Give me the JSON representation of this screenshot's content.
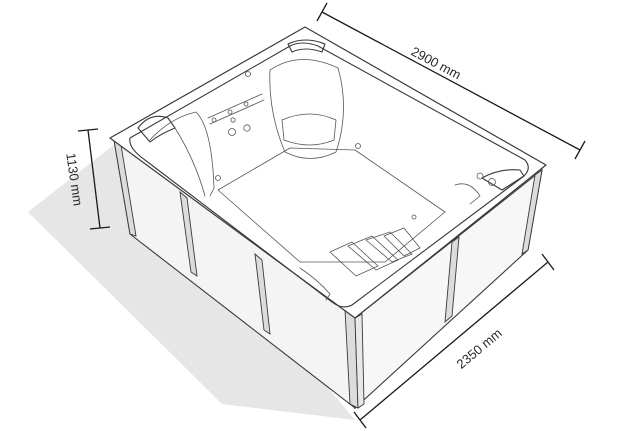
{
  "dimensions": {
    "length": "2900 mm",
    "width": "2350 mm",
    "height": "1130 mm"
  },
  "colors": {
    "shadow": "#e6e6e6",
    "panel": "#f4f4f4",
    "shell": "#ffffff",
    "stroke": "#3a3a3a"
  }
}
